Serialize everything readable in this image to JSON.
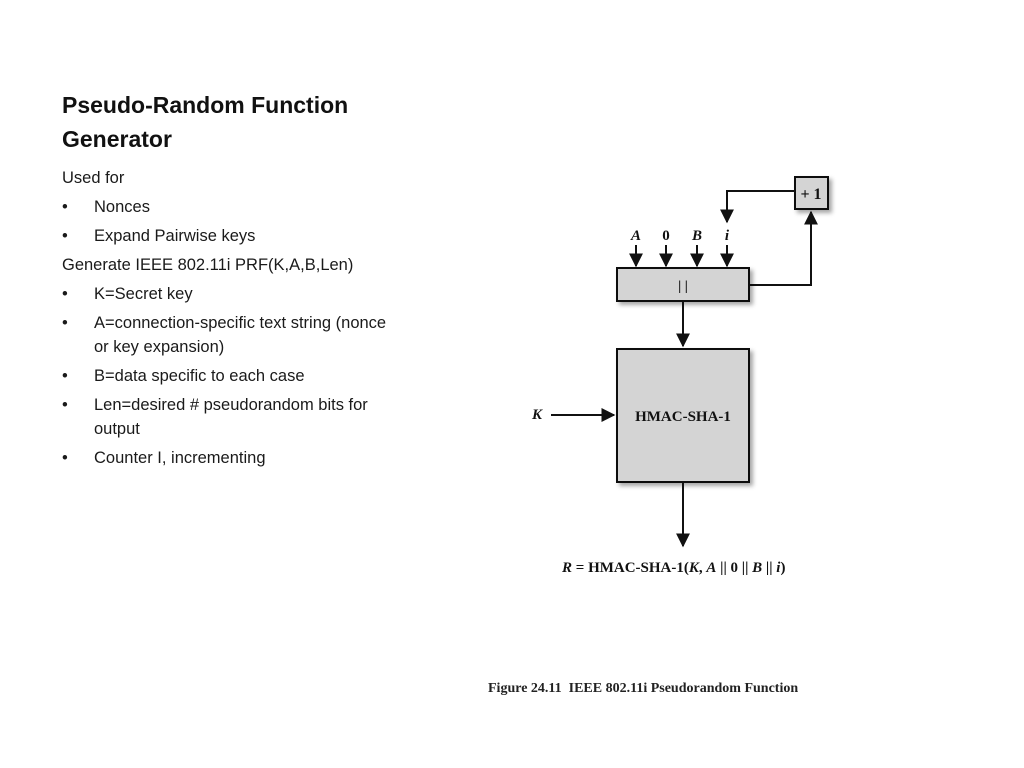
{
  "slide": {
    "title": "Pseudo-Random Function Generator",
    "body": [
      {
        "type": "line",
        "text": "Used for"
      },
      {
        "type": "bullet",
        "text": "Nonces"
      },
      {
        "type": "bullet",
        "text": "Expand Pairwise keys"
      },
      {
        "type": "line",
        "text": "Generate IEEE 802.11i PRF(K,A,B,Len)"
      },
      {
        "type": "bullet",
        "text": "K=Secret key"
      },
      {
        "type": "bullet",
        "text": "A=connection-specific text string (nonce or key expansion)"
      },
      {
        "type": "bullet",
        "text": "B=data specific to each case"
      },
      {
        "type": "bullet",
        "text": "Len=desired # pseudorandom bits for output"
      },
      {
        "type": "bullet",
        "text": "Counter I, incrementing"
      }
    ]
  },
  "diagram": {
    "inputs": [
      "A",
      "0",
      "B",
      "i"
    ],
    "concat_label": "| |",
    "increment_label": "+ 1",
    "key_label": "K",
    "hmac_label": "HMAC-SHA-1",
    "output": {
      "r": "R",
      "eq": " = HMAC-SHA-1(",
      "k": "K",
      "comma": ", ",
      "a": "A",
      "mid": " || 0 || ",
      "b": "B",
      "sep": " || ",
      "i": "i",
      "close": ")"
    },
    "caption": "Figure 24.11  IEEE 802.11i Pseudorandom Function"
  },
  "colors": {
    "box_fill": "#d4d4d4",
    "stroke": "#111111"
  }
}
